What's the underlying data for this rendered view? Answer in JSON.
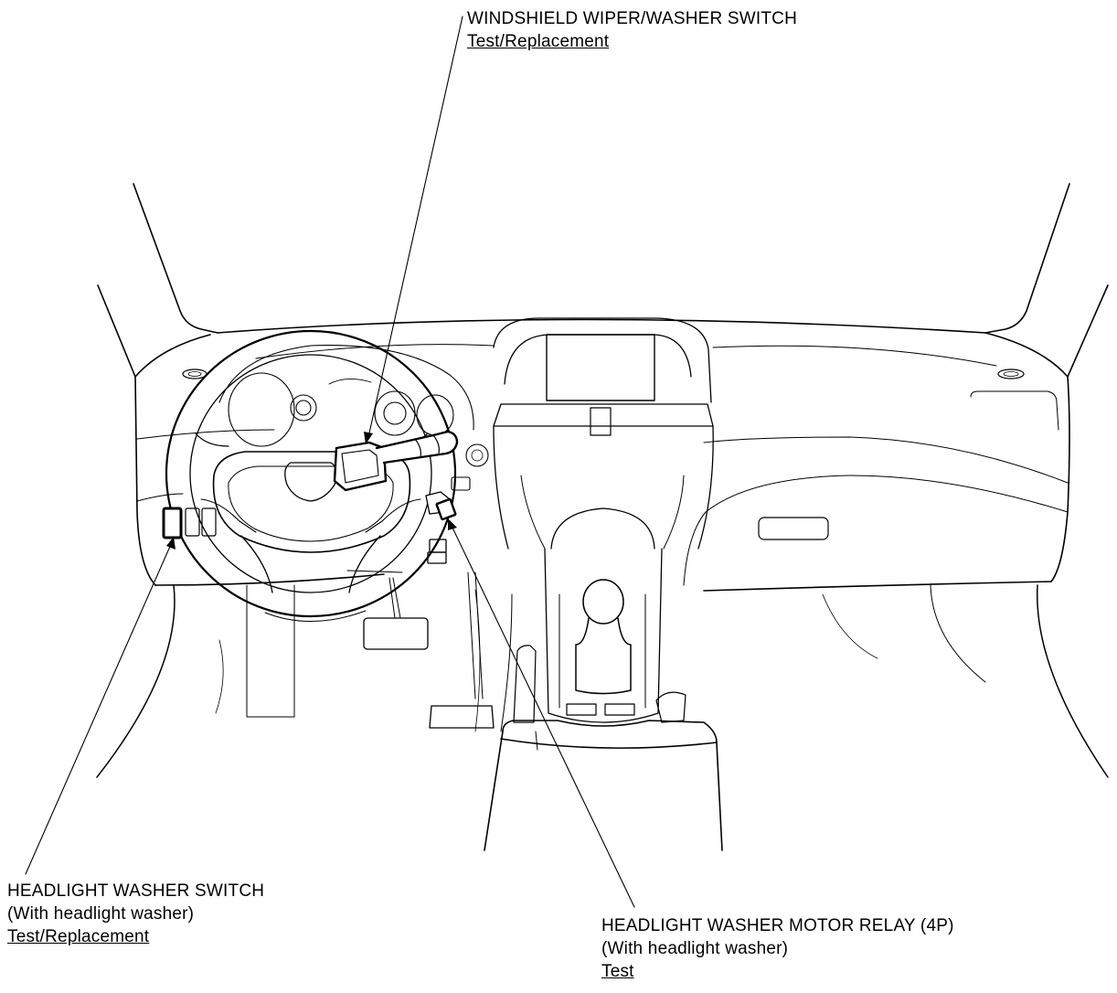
{
  "callouts": {
    "wiper_switch": {
      "title": "WINDSHIELD WIPER/WASHER SWITCH",
      "link": "Test/Replacement"
    },
    "headlight_washer_switch": {
      "title": "HEADLIGHT WASHER SWITCH",
      "note": "(With headlight washer)",
      "link": "Test/Replacement"
    },
    "headlight_washer_relay": {
      "title": "HEADLIGHT WASHER MOTOR RELAY (4P)",
      "note": "(With headlight washer)",
      "link": "Test"
    }
  },
  "colors": {
    "line": "#000000",
    "background": "#ffffff"
  }
}
